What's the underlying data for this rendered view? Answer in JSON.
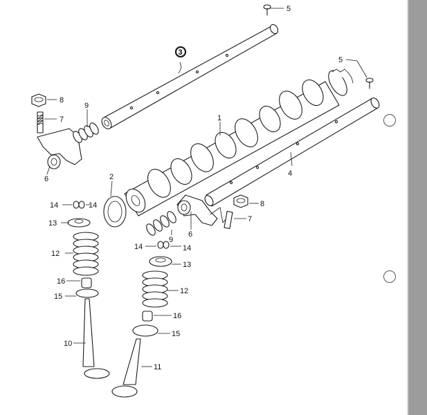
{
  "callouts": {
    "c1": "1",
    "c2": "2",
    "c3": "3",
    "c4": "4",
    "c5a": "5",
    "c5b": "5",
    "c6a": "6",
    "c6b": "6",
    "c7a": "7",
    "c7b": "7",
    "c8a": "8",
    "c8b": "8",
    "c9a": "9",
    "c9b": "9",
    "c10": "10",
    "c11": "11",
    "c12a": "12",
    "c12b": "12",
    "c13a": "13",
    "c13b": "13",
    "c14a": "14",
    "c14b": "14",
    "c14c": "14",
    "c14d": "14",
    "c15a": "15",
    "c15b": "15",
    "c16a": "16",
    "c16b": "16"
  },
  "colors": {
    "line": "#1a1a1a",
    "paper": "#ffffff",
    "scan_edge": "#9c9c9c"
  }
}
